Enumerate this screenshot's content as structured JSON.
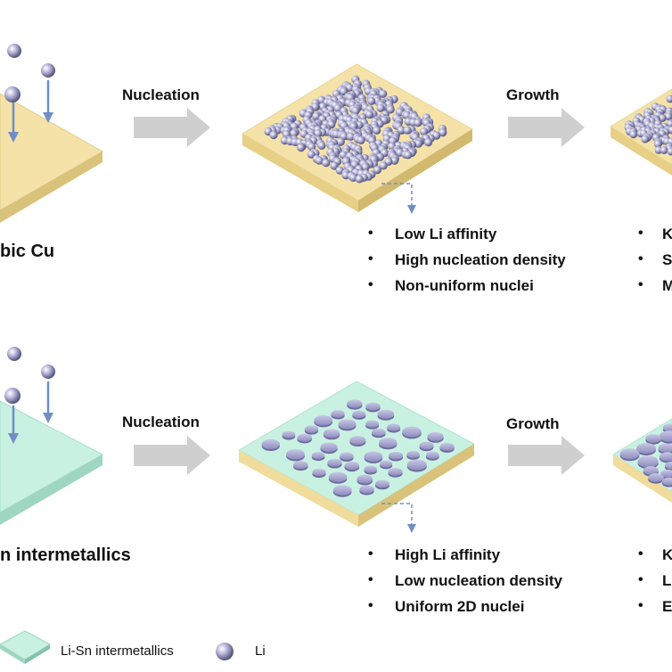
{
  "top": {
    "substrate_label": "bic Cu",
    "step1": "Nucleation",
    "step2": "Growth",
    "properties": [
      "Low Li affinity",
      "High nucleation density",
      "Non-uniform nuclei"
    ],
    "right_clipped": [
      "K",
      "S",
      "M"
    ]
  },
  "bottom": {
    "substrate_label": "n intermetallics",
    "step1": "Nucleation",
    "step2": "Growth",
    "properties": [
      "High Li affinity",
      "Low nucleation density",
      "Uniform 2D nuclei"
    ],
    "right_clipped": [
      "K",
      "L",
      "E"
    ]
  },
  "legend": {
    "items": [
      {
        "label": "Li-Sn intermetallics",
        "icon": "teal-plate-icon"
      },
      {
        "label": "Li",
        "icon": "li-sphere-icon"
      }
    ]
  },
  "colors": {
    "cu_top": "#f4e2a8",
    "cu_side": "#d9c27a",
    "lisn_top": "#c8f1e2",
    "lisn_side": "#9fd6c2",
    "li": "#a8a6cc",
    "arrow_gray": "#cfcfcf",
    "arrow_blue": "#6f8fc4"
  }
}
